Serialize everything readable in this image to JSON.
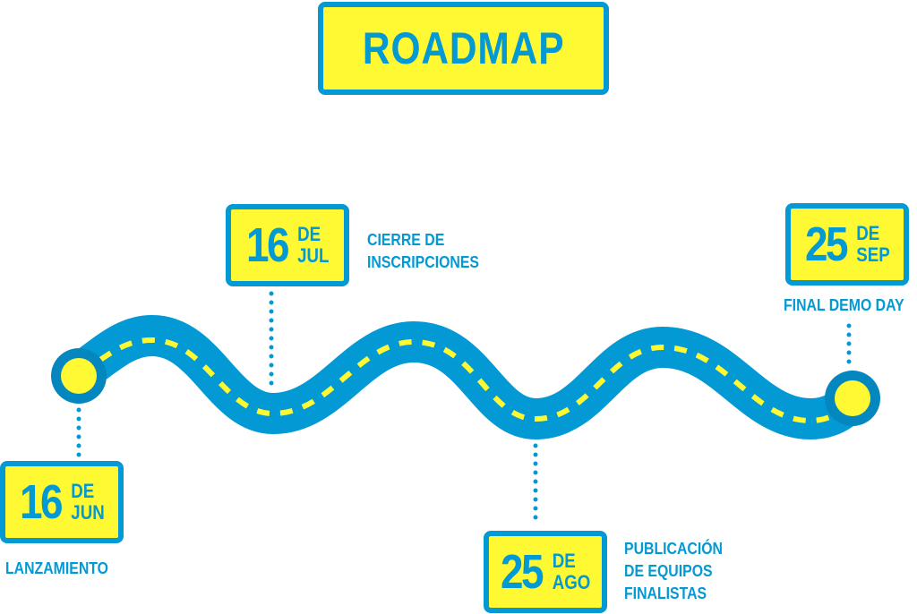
{
  "title": "ROADMAP",
  "colors": {
    "road": "#0399d4",
    "accent": "#fff933",
    "ring": "#0486bf"
  },
  "milestones": [
    {
      "day": "16",
      "de": "DE",
      "month": "JUN",
      "label_lines": [
        "LANZAMIENTO"
      ]
    },
    {
      "day": "16",
      "de": "DE",
      "month": "JUL",
      "label_lines": [
        "CIERRE DE",
        "INSCRIPCIONES"
      ]
    },
    {
      "day": "25",
      "de": "DE",
      "month": "AGO",
      "label_lines": [
        "PUBLICACIÓN",
        "DE EQUIPOS",
        "FINALISTAS"
      ]
    },
    {
      "day": "25",
      "de": "DE",
      "month": "SEP",
      "label_lines": [
        "FINAL DEMO DAY"
      ]
    }
  ]
}
